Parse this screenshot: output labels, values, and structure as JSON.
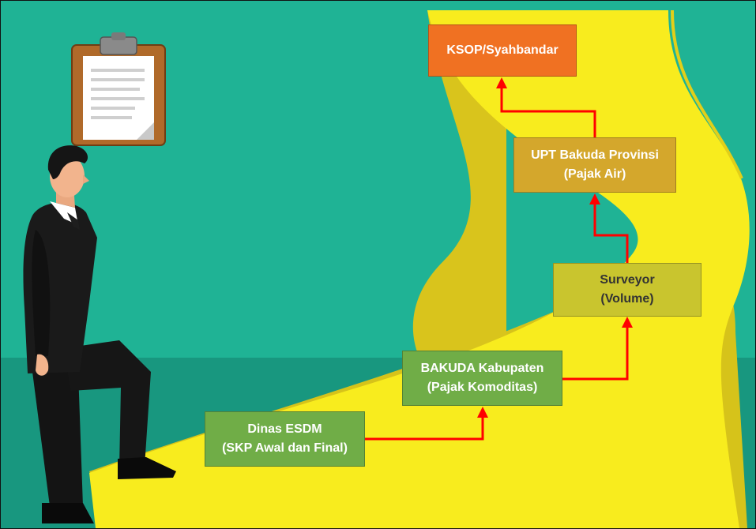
{
  "diagram": {
    "steps": [
      {
        "id": "esdm",
        "line1": "Dinas ESDM",
        "line2": "(SKP Awal dan Final)",
        "color": "#70AD47"
      },
      {
        "id": "bakuda",
        "line1": "BAKUDA Kabupaten",
        "line2": "(Pajak Komoditas)",
        "color": "#70AD47"
      },
      {
        "id": "survey",
        "line1": "Surveyor",
        "line2": "(Volume)",
        "color": "#C9C52E"
      },
      {
        "id": "upt",
        "line1": "UPT Bakuda Provinsi",
        "line2": "(Pajak Air)",
        "color": "#D4A72C"
      },
      {
        "id": "ksop",
        "line1": "KSOP/Syahbandar",
        "line2": "",
        "color": "#F07122"
      }
    ],
    "connector_color": "#FF0000"
  },
  "illustration": {
    "background_color": "#1FB395",
    "floor_color": "#18977F",
    "path_color": "#F7EC1E",
    "icons": [
      "clipboard-icon",
      "businessman-figure"
    ]
  }
}
